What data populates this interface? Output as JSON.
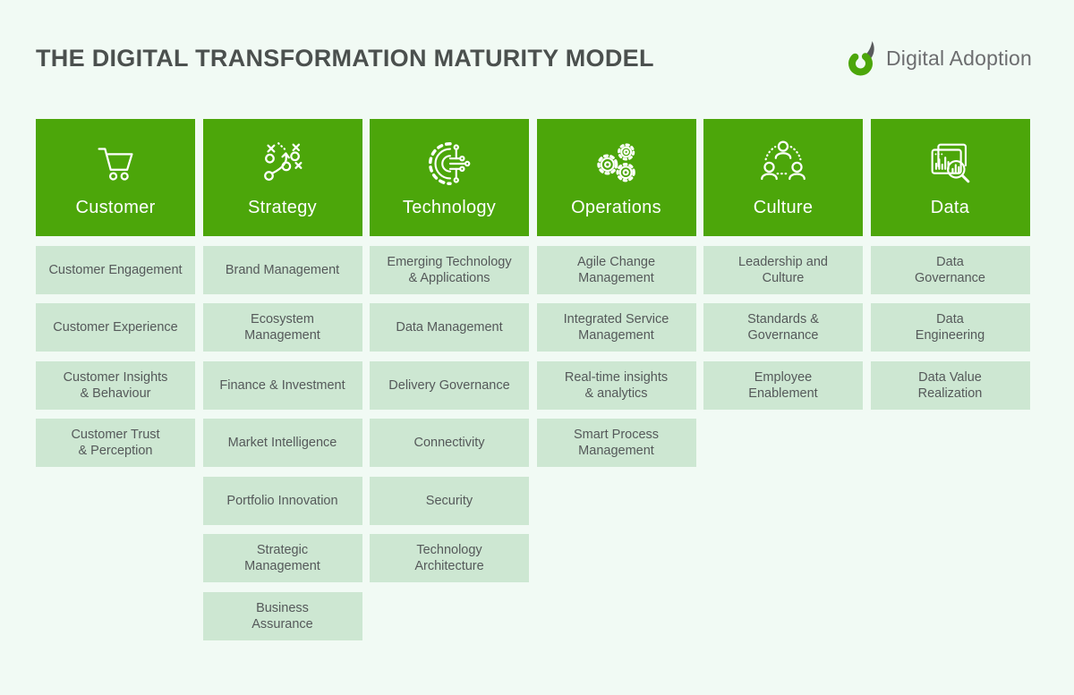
{
  "page": {
    "title": "THE DIGITAL TRANSFORMATION MATURITY MODEL"
  },
  "logo": {
    "text": "Digital Adoption"
  },
  "colors": {
    "background": "#f1faf4",
    "header_green": "#4ca60a",
    "item_bg": "#cde7d2",
    "title_text": "#4b504e",
    "item_text": "#55595a",
    "logo_text": "#6c6d6f",
    "header_label_text": "#ffffff"
  },
  "columns": [
    {
      "title": "Customer",
      "icon": "shopping-cart-icon",
      "items": [
        "Customer Engagement",
        "Customer Experience",
        "Customer Insights\n& Behaviour",
        "Customer Trust\n& Perception"
      ]
    },
    {
      "title": "Strategy",
      "icon": "tactics-plan-icon",
      "items": [
        "Brand Management",
        "Ecosystem\nManagement",
        "Finance & Investment",
        "Market Intelligence",
        "Portfolio Innovation",
        "Strategic\nManagement",
        "Business\nAssurance"
      ]
    },
    {
      "title": "Technology",
      "icon": "gear-circuit-icon",
      "items": [
        "Emerging Technology\n& Applications",
        "Data Management",
        "Delivery  Governance",
        "Connectivity",
        "Security",
        "Technology\nArchitecture"
      ]
    },
    {
      "title": "Operations",
      "icon": "gears-icon",
      "items": [
        "Agile Change\nManagement",
        "Integrated Service\nManagement",
        "Real-time insights\n& analytics",
        "Smart Process\nManagement"
      ]
    },
    {
      "title": "Culture",
      "icon": "people-network-icon",
      "items": [
        "Leadership and\nCulture",
        "Standards &\nGovernance",
        "Employee\nEnablement"
      ]
    },
    {
      "title": "Data",
      "icon": "data-analytics-icon",
      "items": [
        "Data\nGovernance",
        "Data\nEngineering",
        "Data Value\nRealization"
      ]
    }
  ]
}
